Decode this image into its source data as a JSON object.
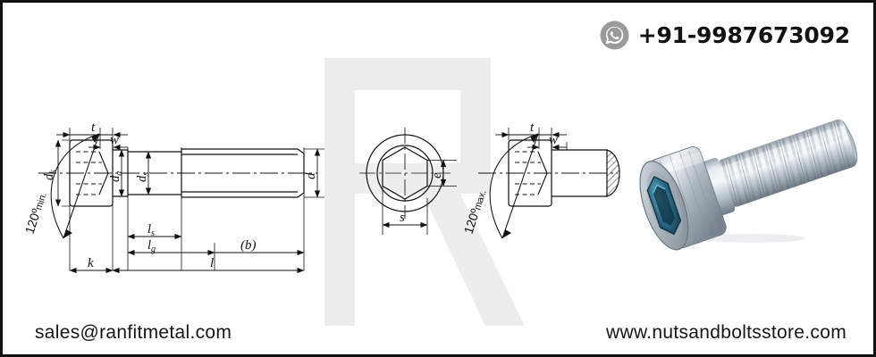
{
  "header": {
    "phone": "+91-9987673092",
    "whatsapp_icon": "whatsapp-icon"
  },
  "footer": {
    "email": "sales@ranfitmetal.com",
    "website": "www.nutsandboltsstore.com"
  },
  "watermark": {
    "letter": "R",
    "color": "#ededed"
  },
  "colors": {
    "border": "#111111",
    "line": "#111111",
    "background": "#ffffff",
    "whatsapp_icon": "#9a9a9a",
    "watermark": "#ededed",
    "steel_light": "#e9edf1",
    "steel_mid": "#b9c2cb",
    "steel_dark": "#7d8791",
    "socket_blue": "#2f6f8f"
  },
  "drawing": {
    "title": "socket-head-cap-screw-dimensions",
    "views": [
      {
        "name": "side-section-view-left",
        "labels": [
          {
            "key": "angle_min",
            "text": "120º min.",
            "rotated": true
          },
          {
            "key": "dk",
            "text": "d",
            "sub": "k"
          },
          {
            "key": "t",
            "text": "t"
          },
          {
            "key": "w",
            "text": "w"
          },
          {
            "key": "da",
            "text": "d",
            "sub": "a"
          },
          {
            "key": "ds",
            "text": "d",
            "sub": "s"
          },
          {
            "key": "d",
            "text": "d"
          },
          {
            "key": "ls",
            "text": "l",
            "sub": "s"
          },
          {
            "key": "lg",
            "text": "l",
            "sub": "g"
          },
          {
            "key": "b",
            "text": "(b)"
          },
          {
            "key": "k",
            "text": "k"
          },
          {
            "key": "l",
            "text": "l"
          }
        ]
      },
      {
        "name": "end-view-hex-socket",
        "labels": [
          {
            "key": "e",
            "text": "e"
          },
          {
            "key": "s",
            "text": "s"
          }
        ]
      },
      {
        "name": "head-detail-view-right",
        "labels": [
          {
            "key": "angle_max",
            "text": "120º max.",
            "rotated": true
          },
          {
            "key": "t2",
            "text": "t"
          },
          {
            "key": "w2",
            "text": "w"
          }
        ]
      }
    ]
  },
  "product_photo": {
    "name": "socket-head-cap-screw-photo",
    "description": "Zinc plated hex socket head cap screw"
  }
}
